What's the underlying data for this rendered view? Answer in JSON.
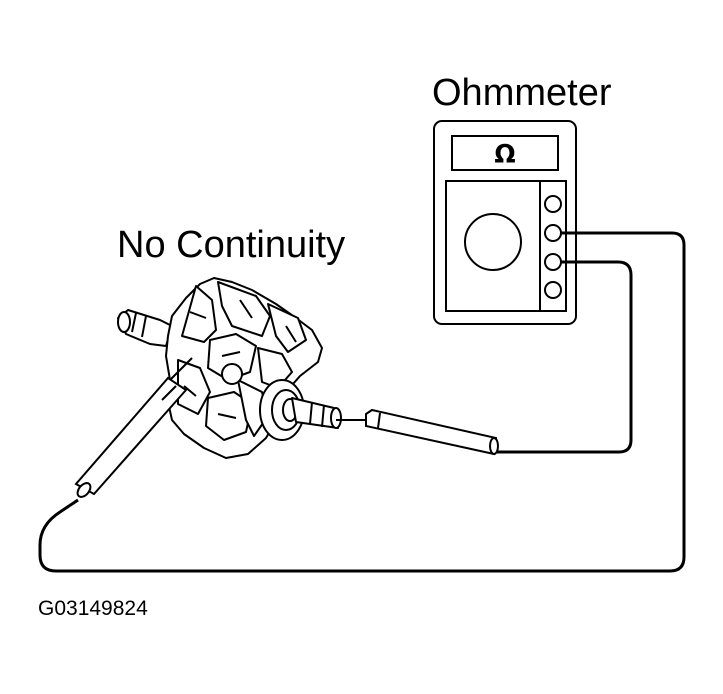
{
  "labels": {
    "ohmmeter": "Ohmmeter",
    "no_continuity": "No Continuity",
    "figure_id": "G03149824"
  },
  "meter": {
    "display_symbol": "Ω"
  },
  "icons": [
    "ohmmeter-icon",
    "rotor-icon",
    "test-probe-icon"
  ],
  "colors": {
    "line": "#000000",
    "background": "#ffffff"
  }
}
